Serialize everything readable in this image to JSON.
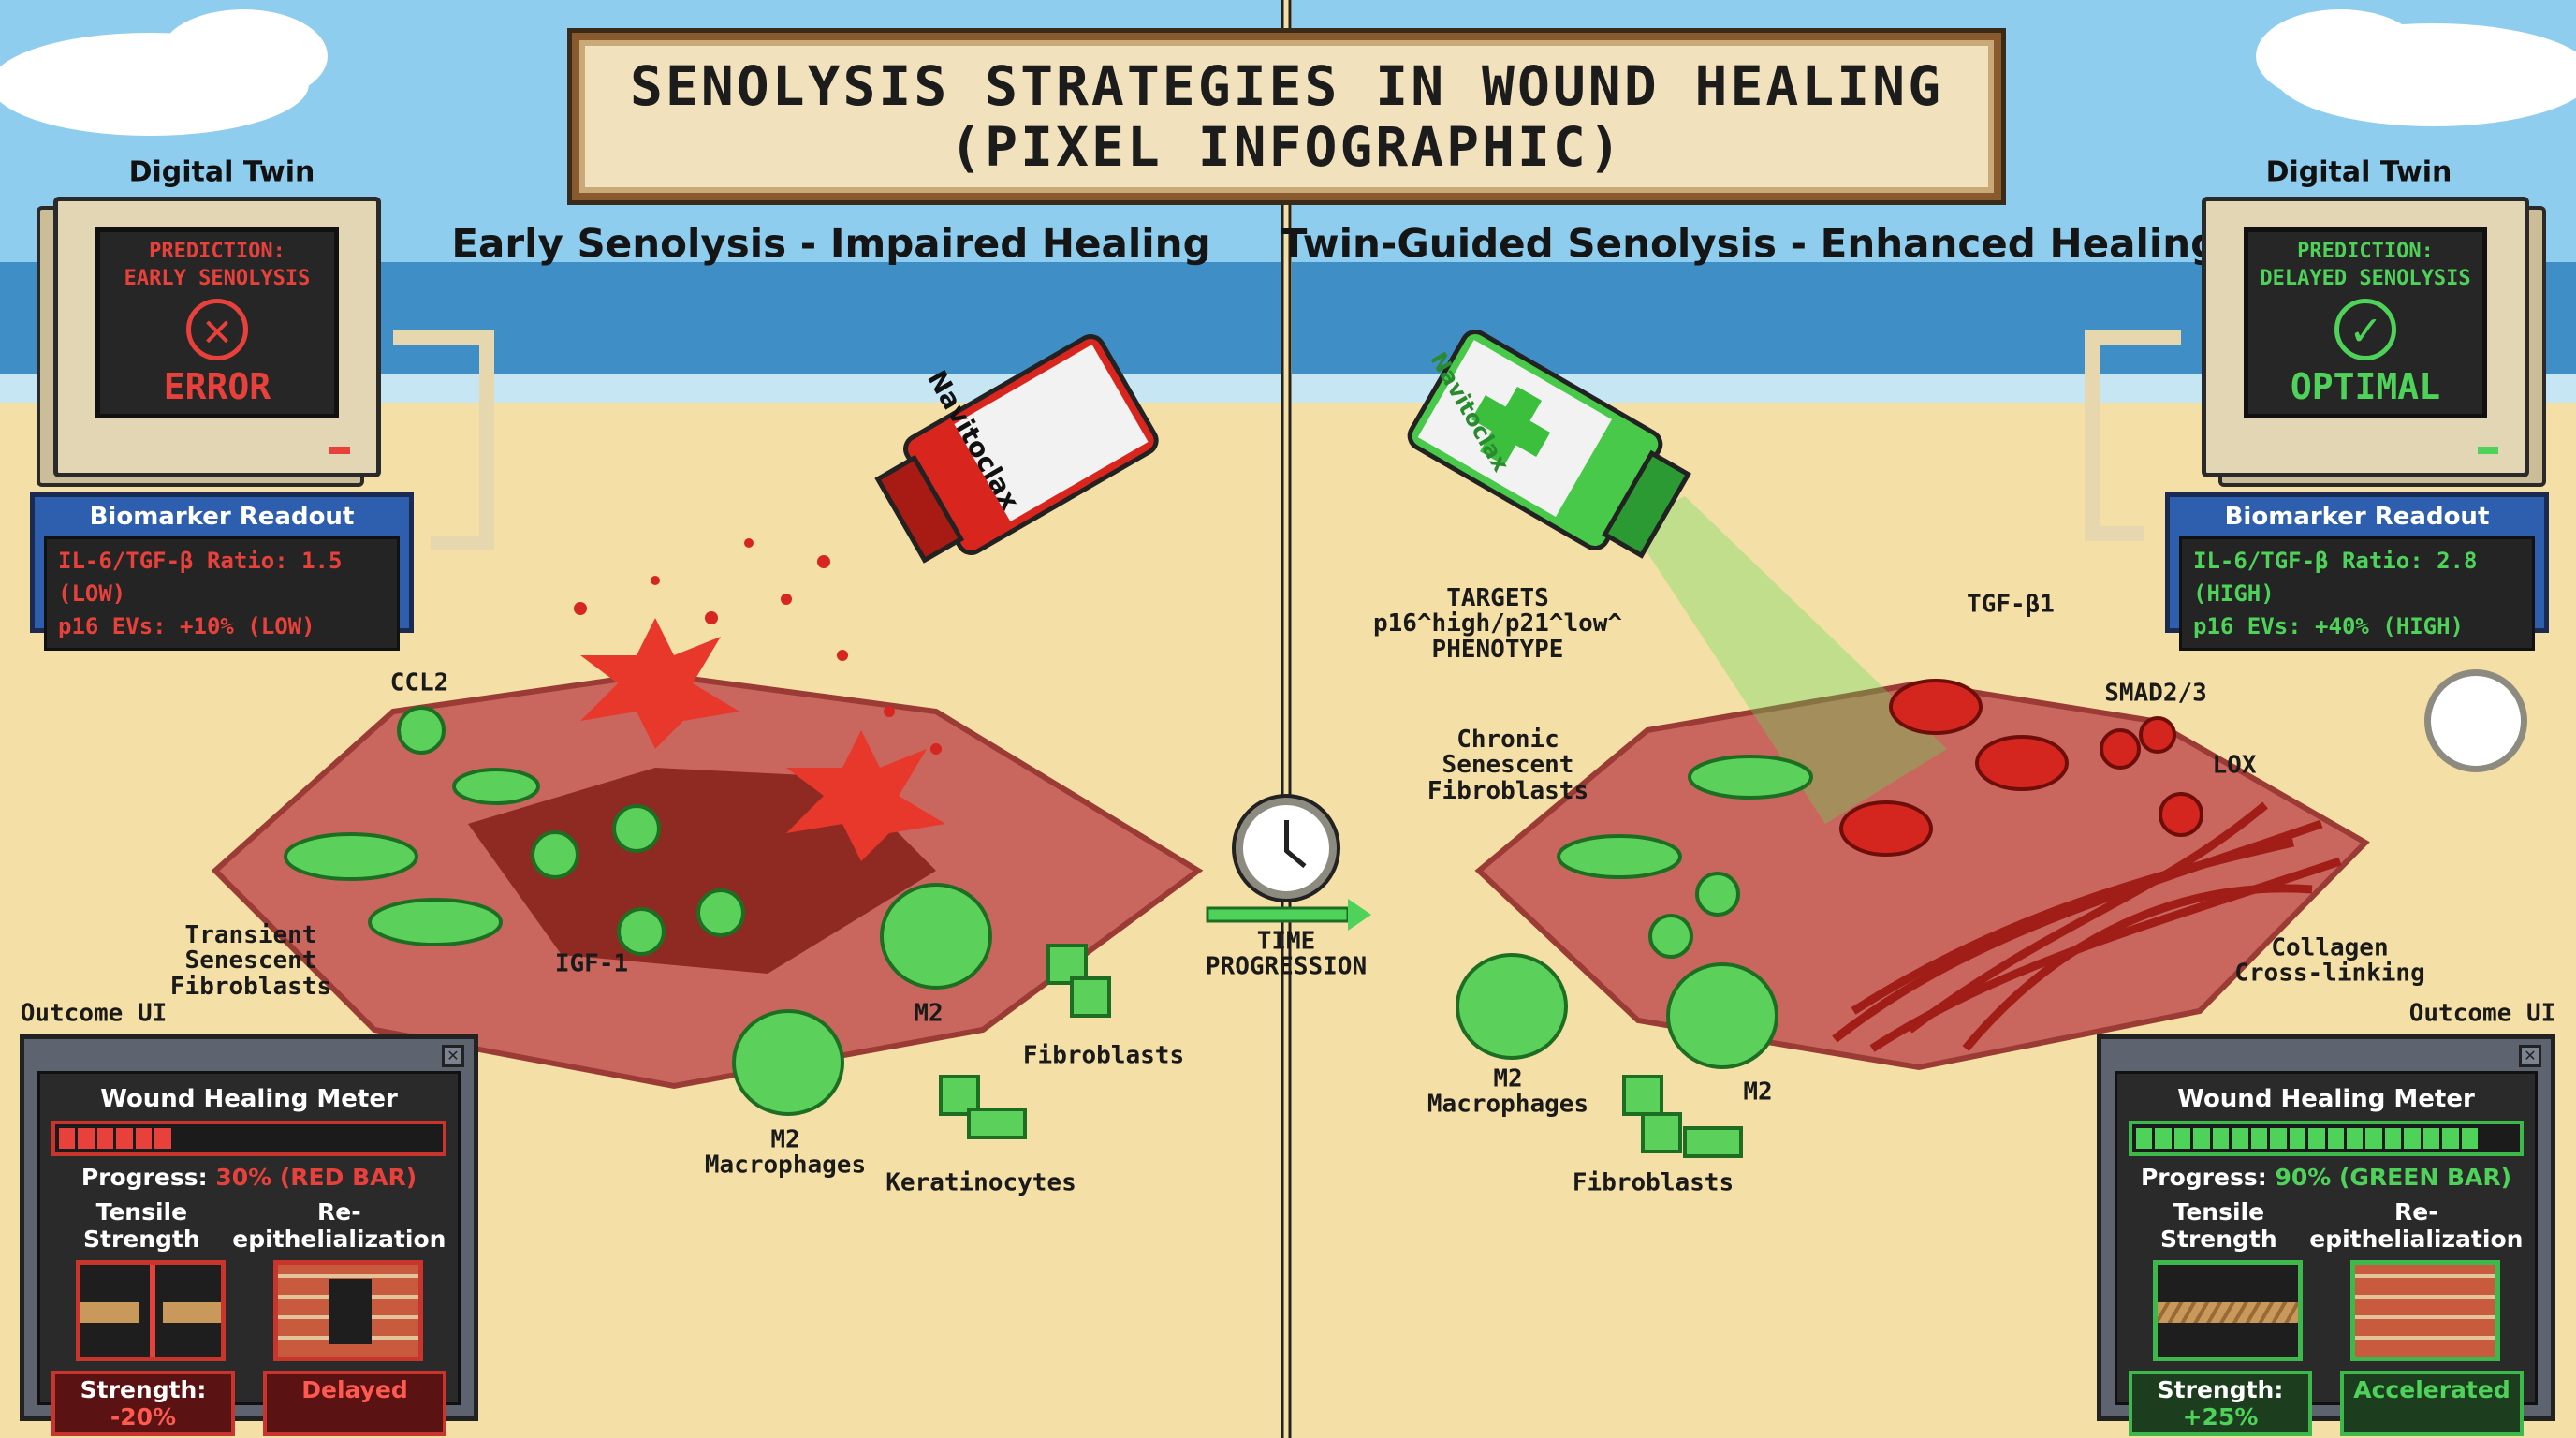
{
  "title": {
    "line1": "SENOLYSIS STRATEGIES IN WOUND HEALING",
    "line2": "(PIXEL INFOGRAPHIC)"
  },
  "left": {
    "subtitle": "Early Senolysis - Impaired Healing",
    "digital_twin": {
      "label": "Digital Twin",
      "line1": "PREDICTION:",
      "line2": "EARLY SENOLYSIS",
      "status": "ERROR",
      "icon": "x-circle-icon",
      "color": "#e8413b"
    },
    "biomarker": {
      "title": "Biomarker Readout",
      "ratio": "IL-6/TGF-β Ratio: 1.5 (LOW)",
      "evs": "p16 EVs: +10% (LOW)"
    },
    "bottle_label": "Navitoclax",
    "labels": {
      "ccl2": "CCL2",
      "transient": "Transient\nSenescent\nFibroblasts",
      "igf": "IGF-1",
      "m2": "M2",
      "fibroblasts": "Fibroblasts",
      "m2mac": "M2\nMacrophages",
      "keratinocytes": "Keratinocytes"
    },
    "outcome": {
      "label": "Outcome UI",
      "meter_title": "Wound Healing Meter",
      "progress_label": "Progress:",
      "progress_value": "30% (RED BAR)",
      "progress_pct": 30,
      "tensile": "Tensile Strength",
      "reepi": "Re-epithelialization",
      "strength_label": "Strength:",
      "strength_value": "-20%",
      "reepi_status": "Delayed",
      "color": "#e8413b"
    }
  },
  "time": {
    "label": "TIME\nPROGRESSION"
  },
  "right": {
    "subtitle": "Twin-Guided Senolysis - Enhanced Healing",
    "digital_twin": {
      "label": "Digital Twin",
      "line1": "PREDICTION:",
      "line2": "DELAYED SENOLYSIS",
      "status": "OPTIMAL",
      "icon": "check-circle-icon",
      "color": "#4fd25a"
    },
    "biomarker": {
      "title": "Biomarker Readout",
      "ratio": "IL-6/TGF-β Ratio: 2.8 (HIGH)",
      "evs": "p16 EVs: +40% (HIGH)"
    },
    "bottle_label": "Navitoclax",
    "labels": {
      "targets": "TARGETS\np16^high/p21^low^\nPHENOTYPE",
      "tgf": "TGF-β1",
      "smad": "SMAD2/3",
      "lox": "LOX",
      "chronic": "Chronic\nSenescent\nFibroblasts",
      "collagen": "Collagen\nCross-linking",
      "m2mac": "M2\nMacrophages",
      "m2": "M2",
      "fibroblasts": "Fibroblasts"
    },
    "outcome": {
      "label": "Outcome UI",
      "meter_title": "Wound Healing Meter",
      "progress_label": "Progress:",
      "progress_value": "90% (GREEN BAR)",
      "progress_pct": 90,
      "tensile": "Tensile Strength",
      "reepi": "Re-epithelialization",
      "strength_label": "Strength:",
      "strength_value": "+25%",
      "reepi_status": "Accelerated",
      "color": "#4fd25a"
    }
  }
}
